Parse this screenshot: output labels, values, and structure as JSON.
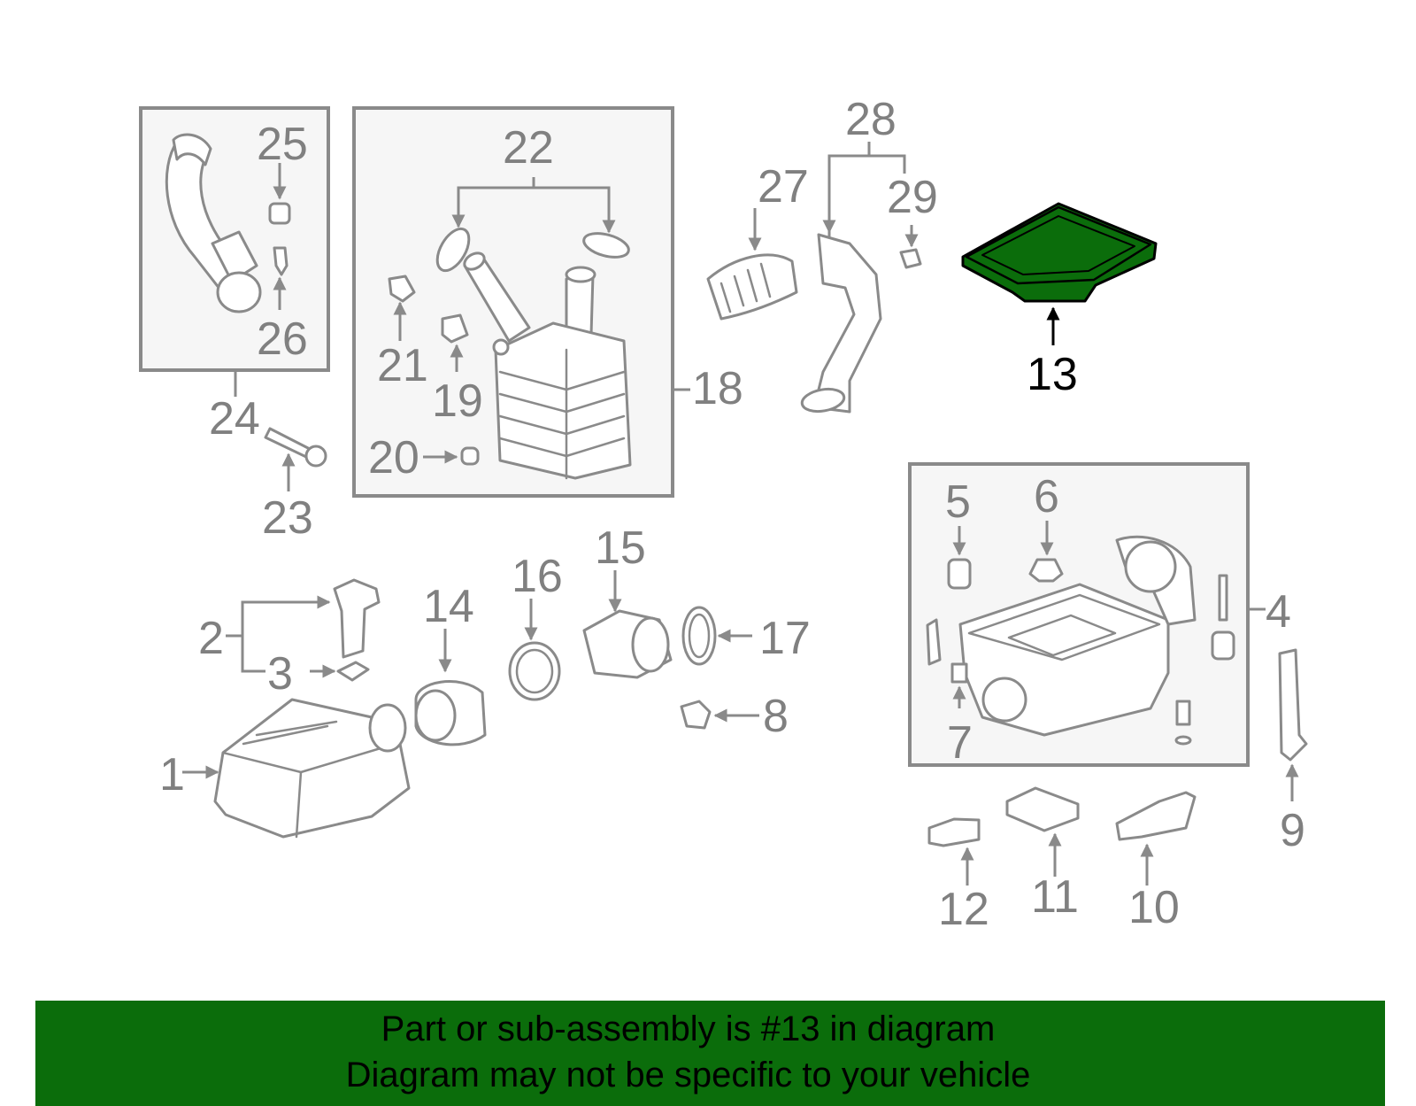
{
  "diagram": {
    "highlight_part": "13",
    "colors": {
      "highlight": "#0b6d0b",
      "lines": "#8a8a8a",
      "footer_bg": "#0b6d0b"
    },
    "labels": {
      "p1": "1",
      "p2": "2",
      "p3": "3",
      "p4": "4",
      "p5": "5",
      "p6": "6",
      "p7": "7",
      "p8": "8",
      "p9": "9",
      "p10": "10",
      "p11": "11",
      "p12": "12",
      "p13": "13",
      "p14": "14",
      "p15": "15",
      "p16": "16",
      "p17": "17",
      "p18": "18",
      "p19": "19",
      "p20": "20",
      "p21": "21",
      "p22": "22",
      "p23": "23",
      "p24": "24",
      "p25": "25",
      "p26": "26",
      "p27": "27",
      "p28": "28",
      "p29": "29"
    }
  },
  "footer": {
    "line1": "Part or sub-assembly is #13 in diagram",
    "line2": "Diagram may not be specific to your vehicle"
  }
}
